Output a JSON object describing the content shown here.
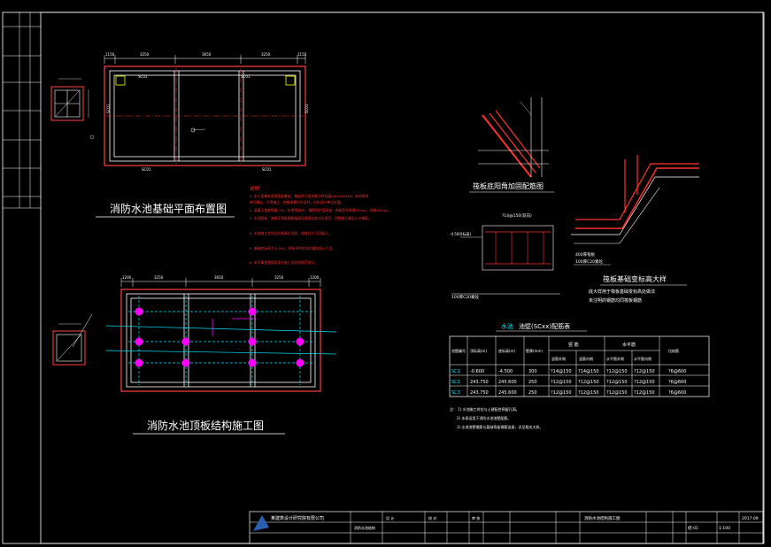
{
  "drawing": {
    "plan_title": "消防水池基础平面布置图",
    "roof_title": "消防水池顶板结构施工图",
    "detail1_title": "筏板底阳角加固配筋图",
    "detail2_title": "筏板基础变标高大样",
    "detail2_note1": "底大样用于筏板基础变标高处做法",
    "detail2_note2": "未注明的钢筋均同筏板钢筋",
    "section_label_top": "?14@150(双向)",
    "section_label_bottom": "100厚C20素砼",
    "detail_label_a": "400厚筏板",
    "detail_label_b": "100厚C20素砼",
    "elev_label": "-4.500(标高)",
    "plan_dims": [
      "1150",
      "3250",
      "3650",
      "3250",
      "1150"
    ],
    "plan_labels": [
      "SC01",
      "SC01",
      "SC01",
      "SC01",
      "SC01",
      "SC01"
    ],
    "roof_dims": [
      "1200",
      "3250",
      "3650",
      "3250",
      "1200"
    ],
    "notes_title": "说明",
    "notes": [
      "1. 本工程基础采用筏板基础，基础持力层承载力特征值fak≥150kPa，未经检测",
      "单位确认，不得施工；地基承载力不足时，应由设计单位处理。",
      "2. 混凝土强度等级C30，抗渗等级P6，钢筋保护层厚度：底板及外侧墙50mm，内侧25mm。",
      "3. 水池壁板、底板及顶板钢筋锚固及搭接长度详见规范，池壁施工缝设止水钢板。",
      "4. 水池施工完毕后应做满水试验，合格后方可回填土。",
      "5. 基础底标高为-4.500，如有不符应及时通知设计人员。",
      "6. 未尽事宜按国家现行施工及验收规范执行。"
    ],
    "table_title_cyan": "水池",
    "table_title_white": "池壁(SCxx)配筋表",
    "table_headers": [
      "池壁编号",
      "顶标高(m)",
      "底标高(m)",
      "壁厚(mm)",
      "竖筋外侧",
      "竖筋内侧",
      "水平筋外侧",
      "水平筋内侧",
      "拉结筋"
    ],
    "table_group_headers": [
      "竖 筋",
      "水平筋"
    ],
    "table_rows": [
      [
        "SC1",
        "-0.600",
        "-4.500",
        "300",
        "?14@150",
        "?14@150",
        "?12@150",
        "?12@150",
        "?6@600"
      ],
      [
        "SC2",
        "243.750",
        "245.600",
        "250",
        "?12@150",
        "?12@150",
        "?12@150",
        "?12@150",
        "?6@600"
      ],
      [
        "SC3",
        "243.750",
        "245.600",
        "250",
        "?12@150",
        "?12@150",
        "?12@150",
        "?12@150",
        "?6@600"
      ]
    ],
    "table_notes": [
      "注： 1) 水池施工时应与土建配合预留孔洞。",
      "2) 本表适用于消防水池池壁配筋。",
      "3) 水池池壁钢筋与基础筏板钢筋连接，详见相关大样。"
    ],
    "titleblock": {
      "company": "某建筑设计研究院有限公司",
      "project": "消防水池结构",
      "drawing_name": "消防水池结构施工图",
      "sheet_no": "结-01",
      "date": "2017.09",
      "scale": "1:100",
      "designer": "设 计",
      "checker": "校 对",
      "approver": "审 核"
    }
  }
}
